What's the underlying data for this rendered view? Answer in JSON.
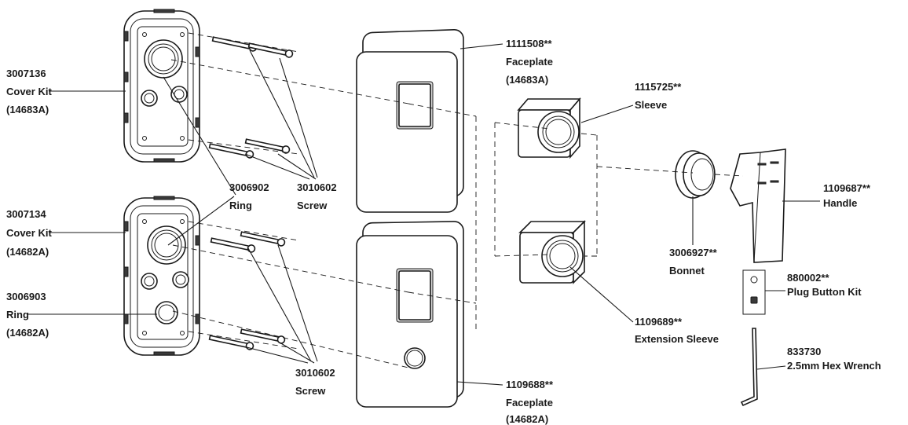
{
  "colors": {
    "ink": "#1a1a1a",
    "background": "#ffffff"
  },
  "callouts": {
    "cover_kit_a": {
      "part": "3007136",
      "name": "Cover Kit",
      "model": "(14683A)"
    },
    "cover_kit_b": {
      "part": "3007134",
      "name": "Cover Kit",
      "model": "(14682A)"
    },
    "ring_b": {
      "part": "3006903",
      "name": "Ring",
      "model": "(14682A)"
    },
    "ring_a": {
      "part": "3006902",
      "name": "Ring"
    },
    "screw_a": {
      "part": "3010602",
      "name": "Screw"
    },
    "screw_b": {
      "part": "3010602",
      "name": "Screw"
    },
    "faceplate_a": {
      "part": "1111508**",
      "name": "Faceplate",
      "model": "(14683A)"
    },
    "faceplate_b": {
      "part": "1109688**",
      "name": "Faceplate",
      "model": "(14682A)"
    },
    "sleeve": {
      "part": "1115725**",
      "name": "Sleeve"
    },
    "extension_sleeve": {
      "part": "1109689**",
      "name": "Extension Sleeve"
    },
    "bonnet": {
      "part": "3006927**",
      "name": "Bonnet"
    },
    "handle": {
      "part": "1109687**",
      "name": "Handle"
    },
    "plug_button_kit": {
      "part": "880002**",
      "name": "Plug Button Kit"
    },
    "hex_wrench": {
      "part": "833730",
      "name": "2.5mm Hex Wrench"
    }
  }
}
